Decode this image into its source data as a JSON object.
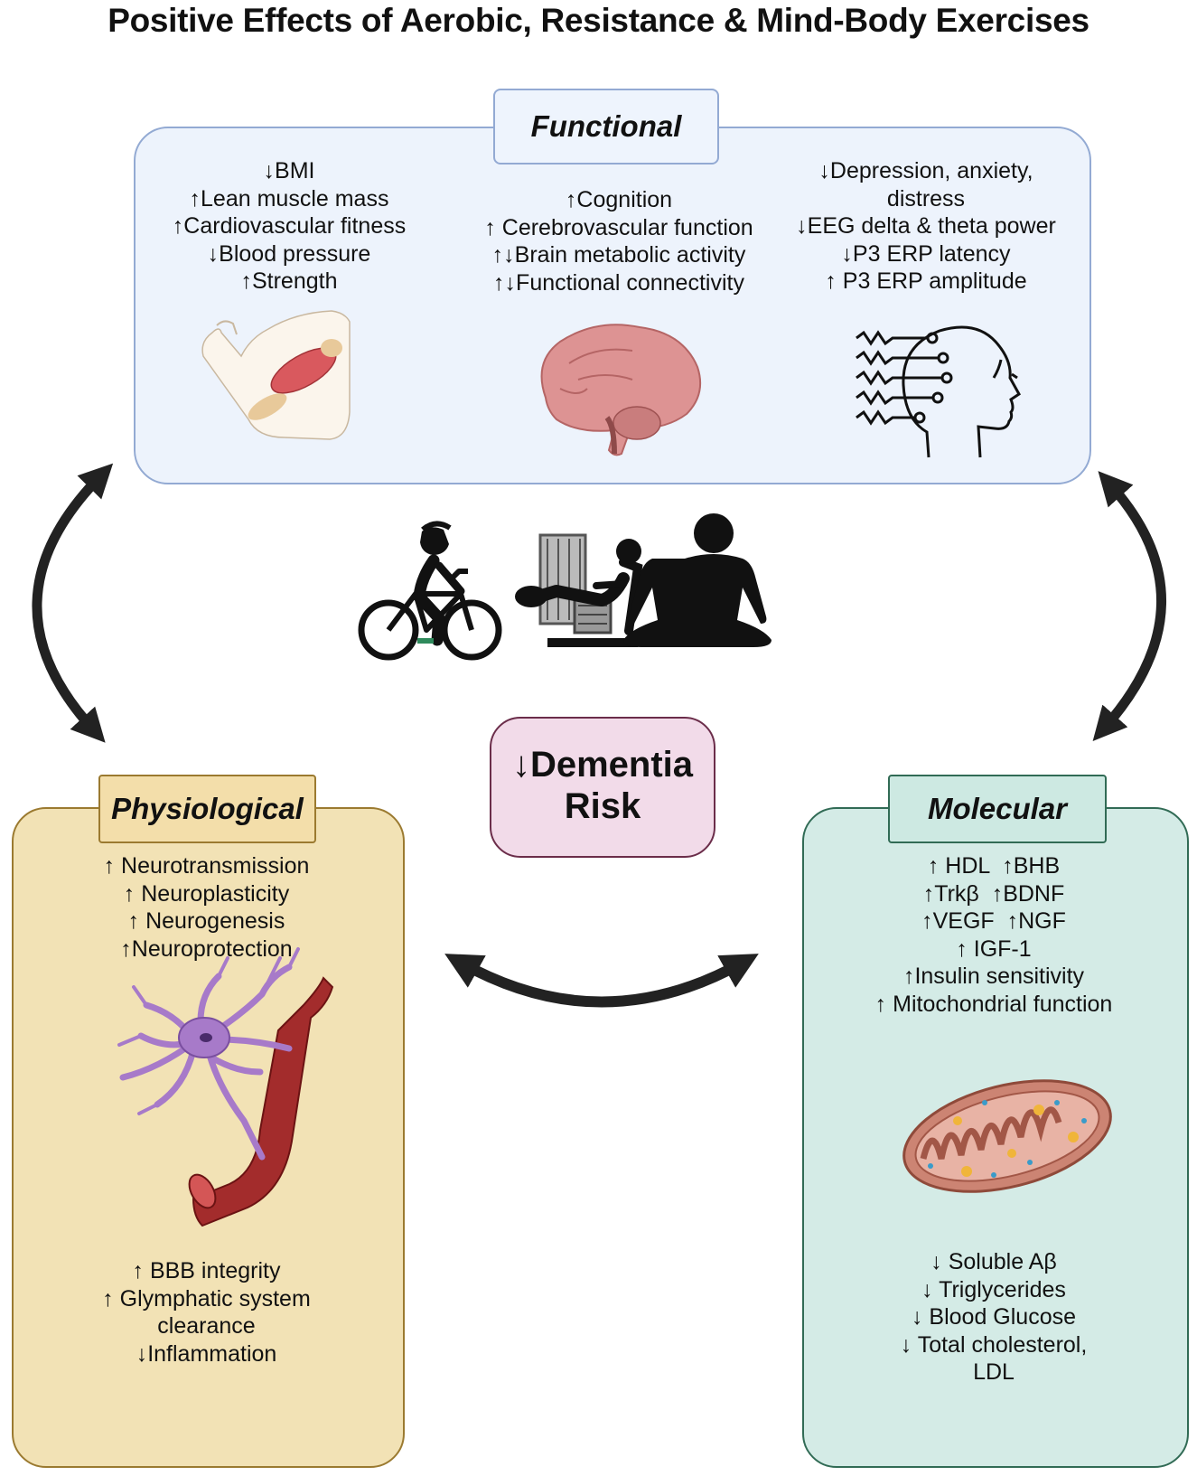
{
  "title": "Positive Effects of Aerobic, Resistance & Mind-Body Exercises",
  "functional": {
    "label": "Functional",
    "col1": [
      "↓BMI",
      "↑Lean muscle mass",
      "↑Cardiovascular fitness",
      "↓Blood pressure",
      "↑Strength"
    ],
    "col2": [
      "↑Cognition",
      "↑ Cerebrovascular function",
      "↑↓Brain metabolic activity",
      "↑↓Functional connectivity"
    ],
    "col3": [
      "↓Depression, anxiety,",
      "distress",
      "↓EEG delta & theta power",
      "↓P3 ERP latency",
      "↑ P3 ERP amplitude"
    ]
  },
  "center": {
    "line1": "↓Dementia",
    "line2": "Risk"
  },
  "physiological": {
    "label": "Physiological",
    "top": [
      "↑ Neurotransmission",
      "↑ Neuroplasticity",
      "↑ Neurogenesis",
      "↑Neuroprotection"
    ],
    "bottom": [
      "↑ BBB integrity",
      "↑ Glymphatic system",
      "clearance",
      "↓Inflammation"
    ]
  },
  "molecular": {
    "label": "Molecular",
    "top": [
      "↑ HDL  ↑BHB",
      "↑Trkβ  ↑BDNF",
      "↑VEGF  ↑NGF",
      "↑ IGF-1",
      "↑Insulin sensitivity",
      "↑ Mitochondrial function"
    ],
    "bottom": [
      "↓ Soluble Aβ",
      "↓ Triglycerides",
      "↓ Blood Glucose",
      "↓ Total cholesterol,",
      "LDL"
    ]
  },
  "colors": {
    "functional_bg": "#edf3fc",
    "functional_border": "#93aad3",
    "physiological_bg": "#f2e2b5",
    "physiological_border": "#9b7a30",
    "molecular_bg": "#d4ebe6",
    "molecular_border": "#316b55",
    "dementia_bg": "#f2dbe9",
    "dementia_border": "#6b2d4a",
    "arrow": "#222222"
  },
  "icons": [
    "arm-muscle-icon",
    "brain-icon",
    "eeg-head-icon",
    "cyclist-icon",
    "leg-press-icon",
    "meditation-icon",
    "neuron-vessel-icon",
    "mitochondria-icon"
  ]
}
